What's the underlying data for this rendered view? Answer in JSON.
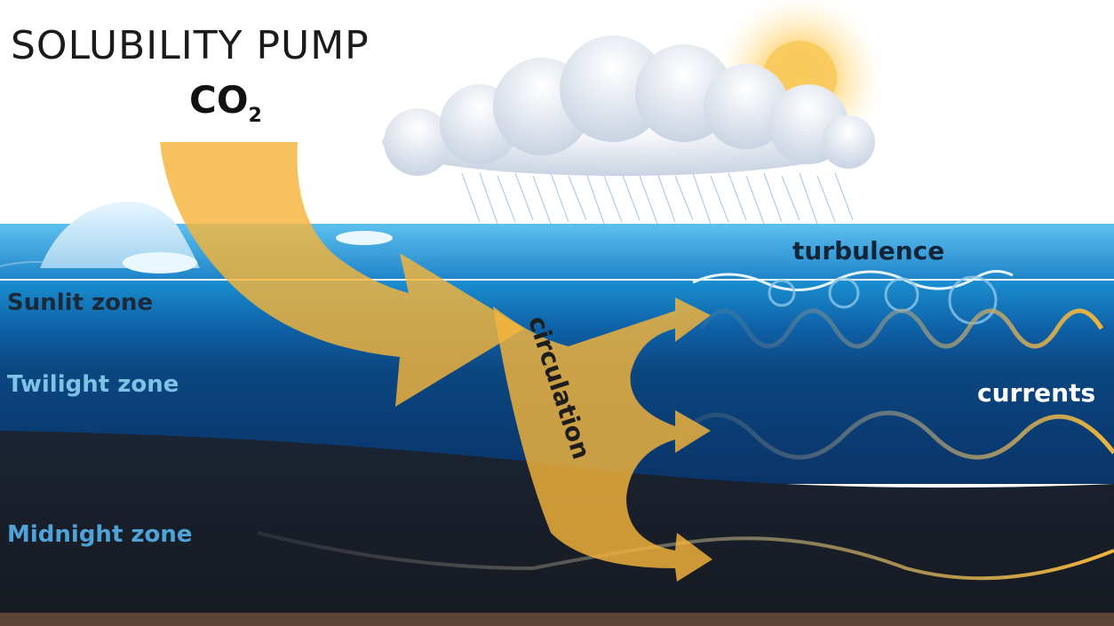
{
  "title": "SOLUBILITY PUMP",
  "co2": {
    "main": "CO",
    "sub": "2"
  },
  "zones": {
    "sunlit": "Sunlit zone",
    "twilight": "Twilight zone",
    "midnight": "Midnight zone"
  },
  "labels": {
    "turbulence": "turbulence",
    "currents": "currents",
    "circulation": "circulation"
  },
  "colors": {
    "arrow": "#f5b43a",
    "surface_water": "#1e86c8",
    "deep_water": "#1a1f27",
    "seabed": "#5b4434",
    "current_line": "#e2b44d"
  }
}
